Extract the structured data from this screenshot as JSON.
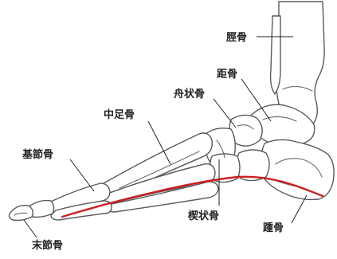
{
  "diagram": {
    "labels": {
      "tibia": "脛骨",
      "talus": "距骨",
      "navicular": "舟状骨",
      "metatarsal": "中足骨",
      "proximal_phalanx": "基節骨",
      "distal_phalanx": "末節骨",
      "cuneiform": "楔状骨",
      "calcaneus": "踵骨"
    },
    "colors": {
      "arch_line": "#cc1f1f",
      "bone_outline": "#5a5a5a",
      "label_text": "#222222"
    }
  }
}
